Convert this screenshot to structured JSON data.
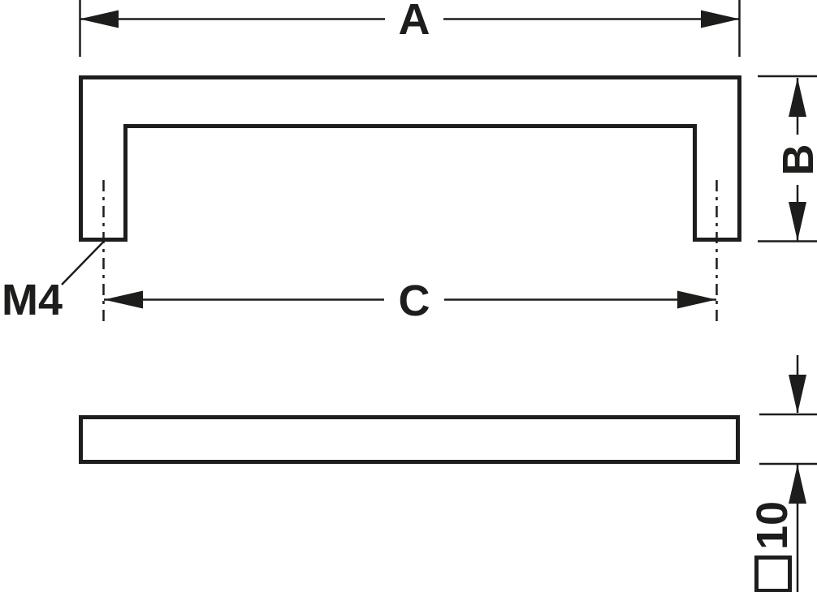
{
  "drawing": {
    "line_color": "#1d1d1b",
    "background_color": "#ffffff",
    "labels": {
      "dim_a": "A",
      "dim_b": "B",
      "dim_c": "C",
      "thread": "M4",
      "thickness": "10"
    },
    "icons": {
      "square_section_symbol": "square-outline"
    }
  }
}
